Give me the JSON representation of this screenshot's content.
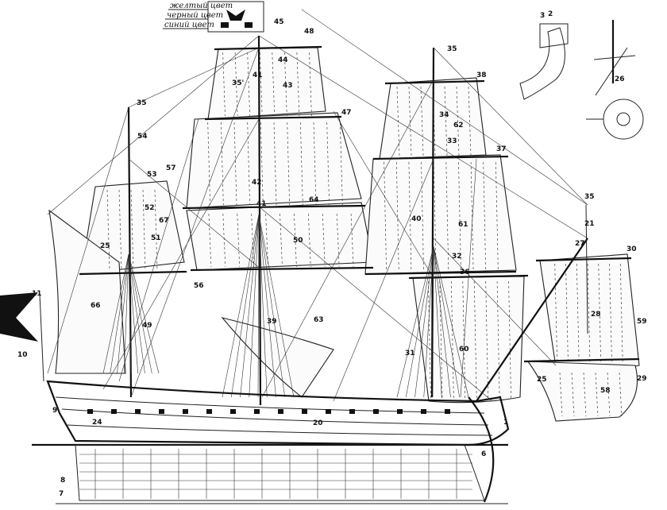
{
  "flag_legend": {
    "items": [
      "желтый цвет",
      "черный цвет",
      "синий цвет"
    ]
  },
  "callouts": [
    {
      "label": "45"
    },
    {
      "label": "48"
    },
    {
      "label": "35"
    },
    {
      "label": "35"
    },
    {
      "label": "38"
    },
    {
      "label": "41"
    },
    {
      "label": "44"
    },
    {
      "label": "43"
    },
    {
      "label": "35'"
    },
    {
      "label": "47"
    },
    {
      "label": "34"
    },
    {
      "label": "62"
    },
    {
      "label": "33"
    },
    {
      "label": "37"
    },
    {
      "label": "54"
    },
    {
      "label": "53"
    },
    {
      "label": "57"
    },
    {
      "label": "52"
    },
    {
      "label": "67"
    },
    {
      "label": "51"
    },
    {
      "label": "25"
    },
    {
      "label": "42"
    },
    {
      "label": "41"
    },
    {
      "label": "64"
    },
    {
      "label": "50"
    },
    {
      "label": "40"
    },
    {
      "label": "61"
    },
    {
      "label": "32"
    },
    {
      "label": "36"
    },
    {
      "label": "35"
    },
    {
      "label": "21"
    },
    {
      "label": "27"
    },
    {
      "label": "30"
    },
    {
      "label": "56"
    },
    {
      "label": "11"
    },
    {
      "label": "66"
    },
    {
      "label": "49"
    },
    {
      "label": "39"
    },
    {
      "label": "63"
    },
    {
      "label": "28"
    },
    {
      "label": "59"
    },
    {
      "label": "31"
    },
    {
      "label": "60"
    },
    {
      "label": "10"
    },
    {
      "label": "25"
    },
    {
      "label": "29"
    },
    {
      "label": "58"
    },
    {
      "label": "9"
    },
    {
      "label": "24"
    },
    {
      "label": "20"
    },
    {
      "label": "1"
    },
    {
      "label": "8"
    },
    {
      "label": "7"
    },
    {
      "label": "6"
    },
    {
      "label": "26"
    },
    {
      "label": "3"
    },
    {
      "label": "2"
    }
  ]
}
